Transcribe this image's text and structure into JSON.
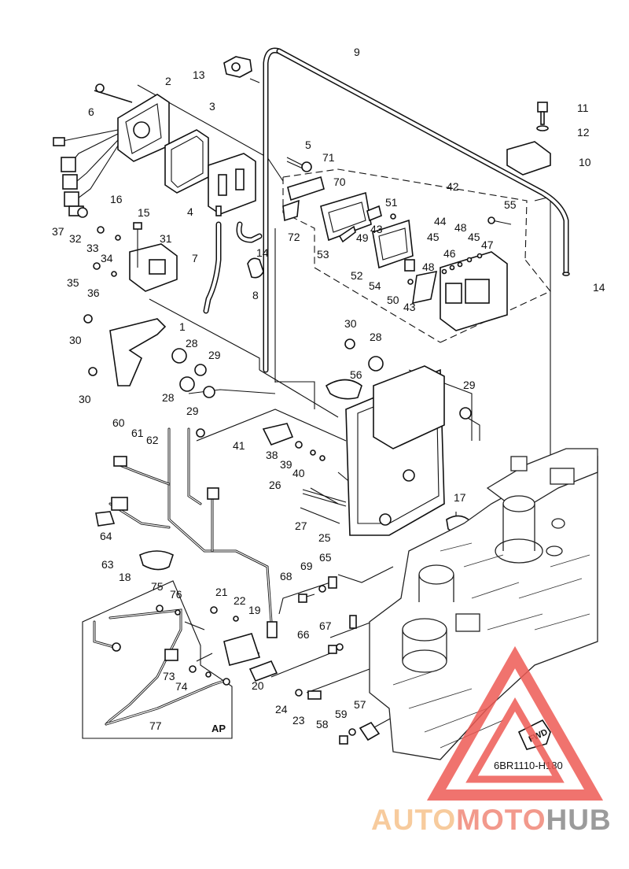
{
  "diagram": {
    "reference_code": "6BR1110-H180",
    "ap_box_label": "AP",
    "fwd_label": "FWD",
    "callouts": [
      {
        "id": "c1",
        "text": "1"
      },
      {
        "id": "c2",
        "text": "2"
      },
      {
        "id": "c3",
        "text": "3"
      },
      {
        "id": "c4",
        "text": "4"
      },
      {
        "id": "c5",
        "text": "5"
      },
      {
        "id": "c6",
        "text": "6"
      },
      {
        "id": "c7",
        "text": "7"
      },
      {
        "id": "c8",
        "text": "8"
      },
      {
        "id": "c9",
        "text": "9"
      },
      {
        "id": "c10",
        "text": "10"
      },
      {
        "id": "c11",
        "text": "11"
      },
      {
        "id": "c12",
        "text": "12"
      },
      {
        "id": "c13",
        "text": "13"
      },
      {
        "id": "c14a",
        "text": "14"
      },
      {
        "id": "c14b",
        "text": "14"
      },
      {
        "id": "c15",
        "text": "15"
      },
      {
        "id": "c16",
        "text": "16"
      },
      {
        "id": "c17",
        "text": "17"
      },
      {
        "id": "c18",
        "text": "18"
      },
      {
        "id": "c19",
        "text": "19"
      },
      {
        "id": "c20",
        "text": "20"
      },
      {
        "id": "c21",
        "text": "21"
      },
      {
        "id": "c22",
        "text": "22"
      },
      {
        "id": "c23",
        "text": "23"
      },
      {
        "id": "c24",
        "text": "24"
      },
      {
        "id": "c25",
        "text": "25"
      },
      {
        "id": "c26",
        "text": "26"
      },
      {
        "id": "c27",
        "text": "27"
      },
      {
        "id": "c28a",
        "text": "28"
      },
      {
        "id": "c28b",
        "text": "28"
      },
      {
        "id": "c28c",
        "text": "28"
      },
      {
        "id": "c29a",
        "text": "29"
      },
      {
        "id": "c29b",
        "text": "29"
      },
      {
        "id": "c29c",
        "text": "29"
      },
      {
        "id": "c30a",
        "text": "30"
      },
      {
        "id": "c30b",
        "text": "30"
      },
      {
        "id": "c30c",
        "text": "30"
      },
      {
        "id": "c31",
        "text": "31"
      },
      {
        "id": "c32",
        "text": "32"
      },
      {
        "id": "c33",
        "text": "33"
      },
      {
        "id": "c34",
        "text": "34"
      },
      {
        "id": "c35",
        "text": "35"
      },
      {
        "id": "c36",
        "text": "36"
      },
      {
        "id": "c37",
        "text": "37"
      },
      {
        "id": "c38",
        "text": "38"
      },
      {
        "id": "c39",
        "text": "39"
      },
      {
        "id": "c40",
        "text": "40"
      },
      {
        "id": "c41",
        "text": "41"
      },
      {
        "id": "c42",
        "text": "42"
      },
      {
        "id": "c43a",
        "text": "43"
      },
      {
        "id": "c43b",
        "text": "43"
      },
      {
        "id": "c44",
        "text": "44"
      },
      {
        "id": "c45a",
        "text": "45"
      },
      {
        "id": "c45b",
        "text": "45"
      },
      {
        "id": "c46",
        "text": "46"
      },
      {
        "id": "c47",
        "text": "47"
      },
      {
        "id": "c48a",
        "text": "48"
      },
      {
        "id": "c48b",
        "text": "48"
      },
      {
        "id": "c49",
        "text": "49"
      },
      {
        "id": "c50",
        "text": "50"
      },
      {
        "id": "c51",
        "text": "51"
      },
      {
        "id": "c52",
        "text": "52"
      },
      {
        "id": "c53",
        "text": "53"
      },
      {
        "id": "c54",
        "text": "54"
      },
      {
        "id": "c55",
        "text": "55"
      },
      {
        "id": "c56",
        "text": "56"
      },
      {
        "id": "c57",
        "text": "57"
      },
      {
        "id": "c58",
        "text": "58"
      },
      {
        "id": "c59",
        "text": "59"
      },
      {
        "id": "c60",
        "text": "60"
      },
      {
        "id": "c61",
        "text": "61"
      },
      {
        "id": "c62",
        "text": "62"
      },
      {
        "id": "c63",
        "text": "63"
      },
      {
        "id": "c64",
        "text": "64"
      },
      {
        "id": "c65",
        "text": "65"
      },
      {
        "id": "c66",
        "text": "66"
      },
      {
        "id": "c67",
        "text": "67"
      },
      {
        "id": "c68",
        "text": "68"
      },
      {
        "id": "c69",
        "text": "69"
      },
      {
        "id": "c70",
        "text": "70"
      },
      {
        "id": "c71",
        "text": "71"
      },
      {
        "id": "c72",
        "text": "72"
      },
      {
        "id": "c73",
        "text": "73"
      },
      {
        "id": "c74",
        "text": "74"
      },
      {
        "id": "c75",
        "text": "75"
      },
      {
        "id": "c76",
        "text": "76"
      },
      {
        "id": "c77",
        "text": "77"
      }
    ]
  },
  "watermark": {
    "part1": "AUTO",
    "part2": "MOTO",
    "part3": "HUB",
    "color_light": "#f6c28c",
    "color_mid": "#f08878",
    "color_dark": "#8a8a8a",
    "logo_color": "#ee5b55"
  }
}
